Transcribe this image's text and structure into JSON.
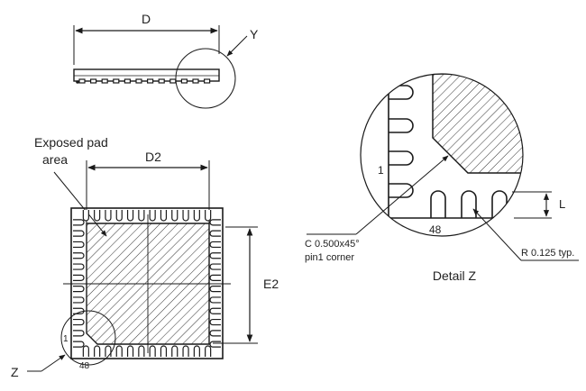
{
  "side_view": {
    "dimension_label": "D",
    "detail_label": "Y"
  },
  "top_view": {
    "pad_label_line1": "Exposed pad",
    "pad_label_line2": "area",
    "pad_width_label": "D2",
    "pad_height_label": "E2",
    "pin_first": "1",
    "pin_last": "48",
    "detail_label": "Z"
  },
  "detail_z": {
    "title": "Detail Z",
    "pin_first": "1",
    "pin_last": "48",
    "lead_length_label": "L",
    "chamfer_line1": "C 0.500x45°",
    "chamfer_line2": "pin1 corner",
    "radius_label": "R 0.125 typ."
  },
  "colors": {
    "line": "#1a1a1a",
    "text": "#222222",
    "background": "#ffffff"
  }
}
